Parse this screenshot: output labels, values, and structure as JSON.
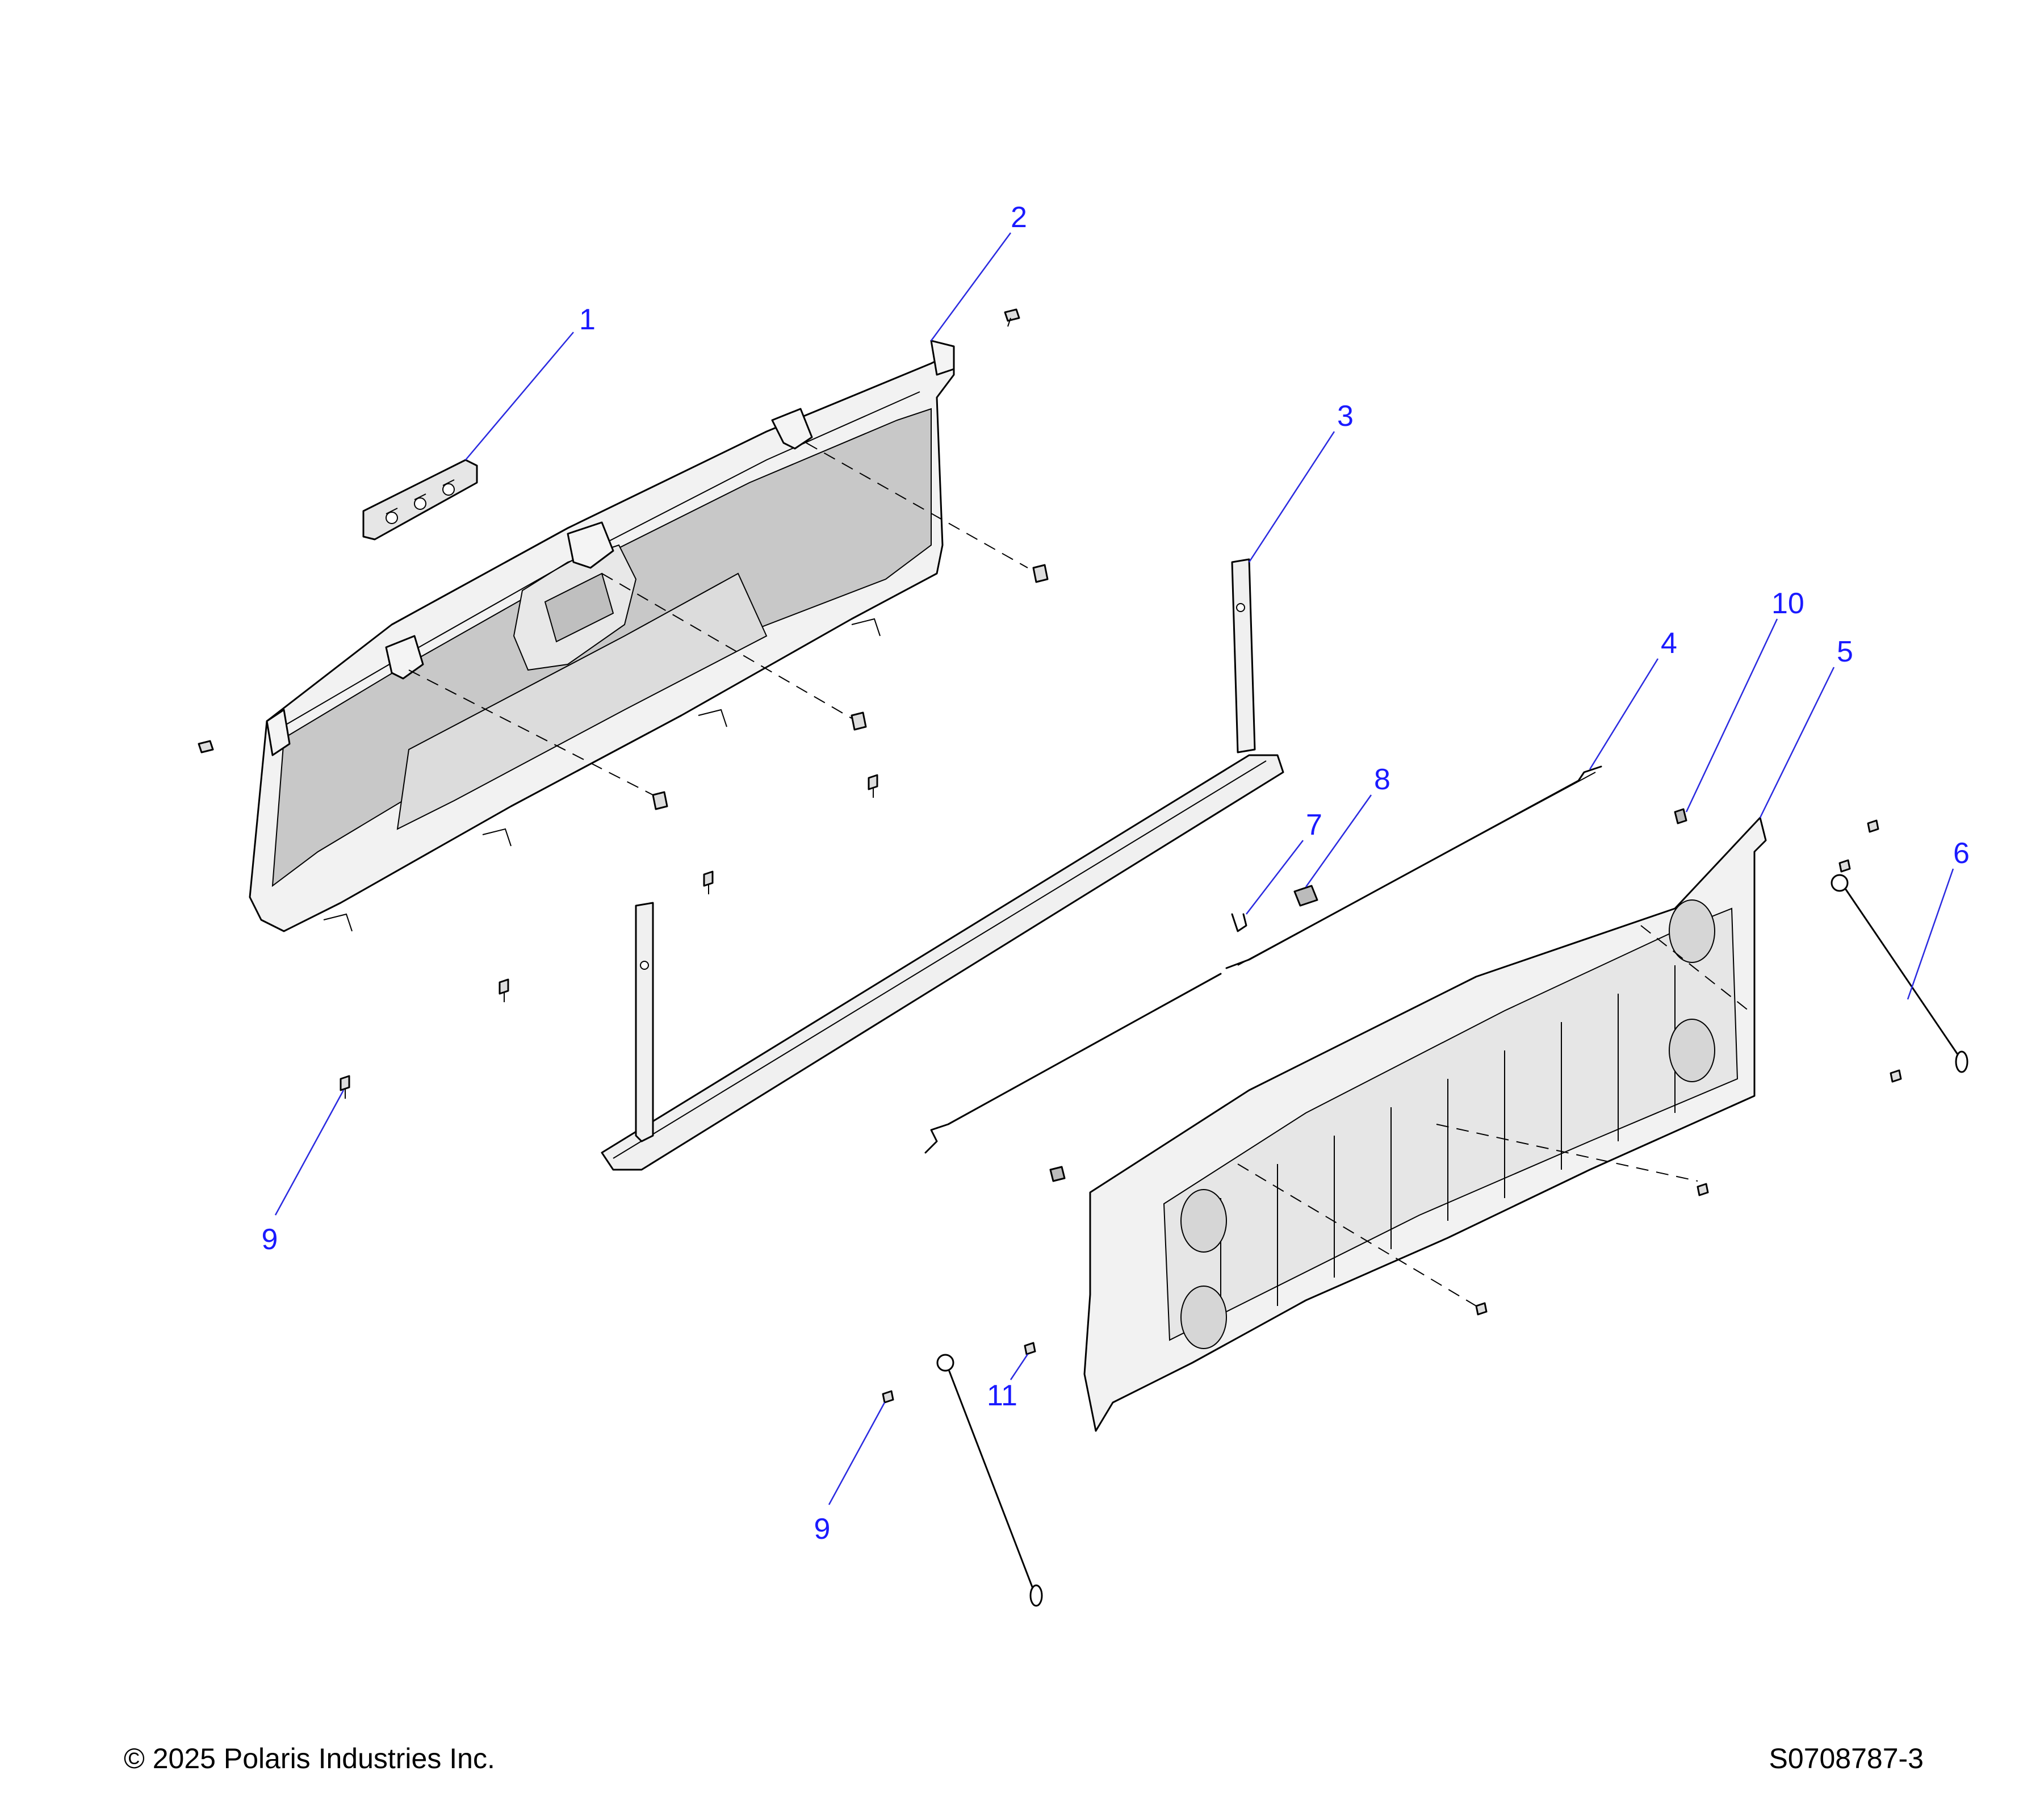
{
  "callouts": [
    {
      "id": "callout-1",
      "label": "1"
    },
    {
      "id": "callout-2",
      "label": "2"
    },
    {
      "id": "callout-3",
      "label": "3"
    },
    {
      "id": "callout-4",
      "label": "4"
    },
    {
      "id": "callout-5",
      "label": "5"
    },
    {
      "id": "callout-6",
      "label": "6"
    },
    {
      "id": "callout-7",
      "label": "7"
    },
    {
      "id": "callout-8",
      "label": "8"
    },
    {
      "id": "callout-9a",
      "label": "9"
    },
    {
      "id": "callout-9b",
      "label": "9"
    },
    {
      "id": "callout-10",
      "label": "10"
    },
    {
      "id": "callout-11",
      "label": "11"
    }
  ],
  "footer": {
    "copyright": "© 2025 Polaris Industries Inc.",
    "drawing_id": "S0708787-3"
  },
  "colors": {
    "callout": "#1a1aff",
    "panel_shade": "#c8c8c8",
    "panel_light": "#e6e6e6"
  }
}
